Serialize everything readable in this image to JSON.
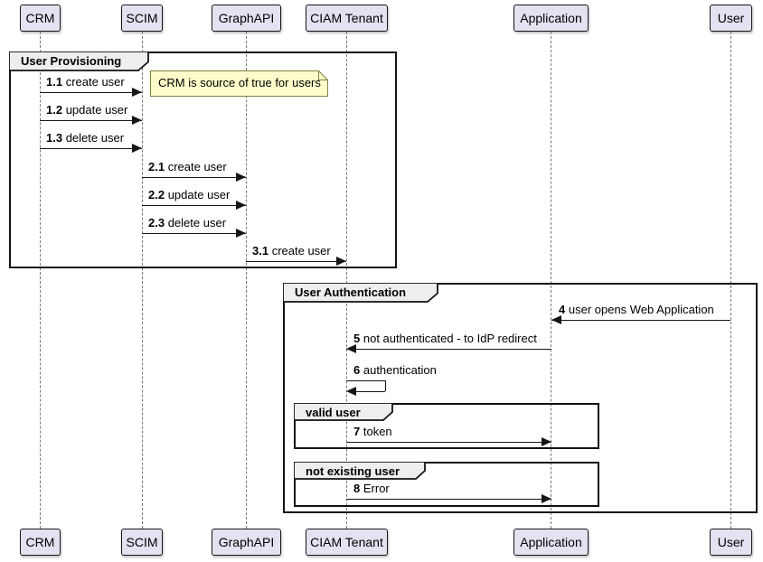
{
  "diagram": {
    "type": "uml-sequence-diagram",
    "participants": [
      {
        "id": "crm",
        "label": "CRM"
      },
      {
        "id": "scim",
        "label": "SCIM"
      },
      {
        "id": "graphapi",
        "label": "GraphAPI"
      },
      {
        "id": "ciam-tenant",
        "label": "CIAM Tenant"
      },
      {
        "id": "application",
        "label": "Application"
      },
      {
        "id": "user",
        "label": "User"
      }
    ],
    "frames": [
      {
        "id": "user-provisioning",
        "title": "User Provisioning"
      },
      {
        "id": "user-authentication",
        "title": "User Authentication"
      },
      {
        "id": "valid-user",
        "title": "valid user"
      },
      {
        "id": "not-existing-user",
        "title": "not existing user"
      }
    ],
    "note": {
      "text": "CRM is source of true for users",
      "attached_to": "1.1 create user"
    },
    "messages": [
      {
        "num": "1.1",
        "text": "create user",
        "from": "CRM",
        "to": "SCIM"
      },
      {
        "num": "1.2",
        "text": "update user",
        "from": "CRM",
        "to": "SCIM"
      },
      {
        "num": "1.3",
        "text": "delete user",
        "from": "CRM",
        "to": "SCIM"
      },
      {
        "num": "2.1",
        "text": "create user",
        "from": "SCIM",
        "to": "GraphAPI"
      },
      {
        "num": "2.2",
        "text": "update user",
        "from": "SCIM",
        "to": "GraphAPI"
      },
      {
        "num": "2.3",
        "text": "delete user",
        "from": "SCIM",
        "to": "GraphAPI"
      },
      {
        "num": "3.1",
        "text": "create user",
        "from": "GraphAPI",
        "to": "CIAM Tenant"
      },
      {
        "num": "4",
        "text": "user opens Web Application",
        "from": "User",
        "to": "Application"
      },
      {
        "num": "5",
        "text": "not authenticated - to IdP redirect",
        "from": "Application",
        "to": "CIAM Tenant"
      },
      {
        "num": "6",
        "text": "authentication",
        "from": "CIAM Tenant",
        "to": "CIAM Tenant"
      },
      {
        "num": "7",
        "text": "token",
        "from": "CIAM Tenant",
        "to": "Application"
      },
      {
        "num": "8",
        "text": "Error",
        "from": "CIAM Tenant",
        "to": "Application"
      }
    ],
    "colors": {
      "participant_fill": "#E2E2F0",
      "participant_border": "#181818",
      "frame_border": "#121212",
      "frame_header_fill": "#EEEEEE",
      "note_fill": "#FDFDCB",
      "note_border": "#81813F",
      "message_line": "#161616",
      "lifeline": "#777777"
    }
  }
}
